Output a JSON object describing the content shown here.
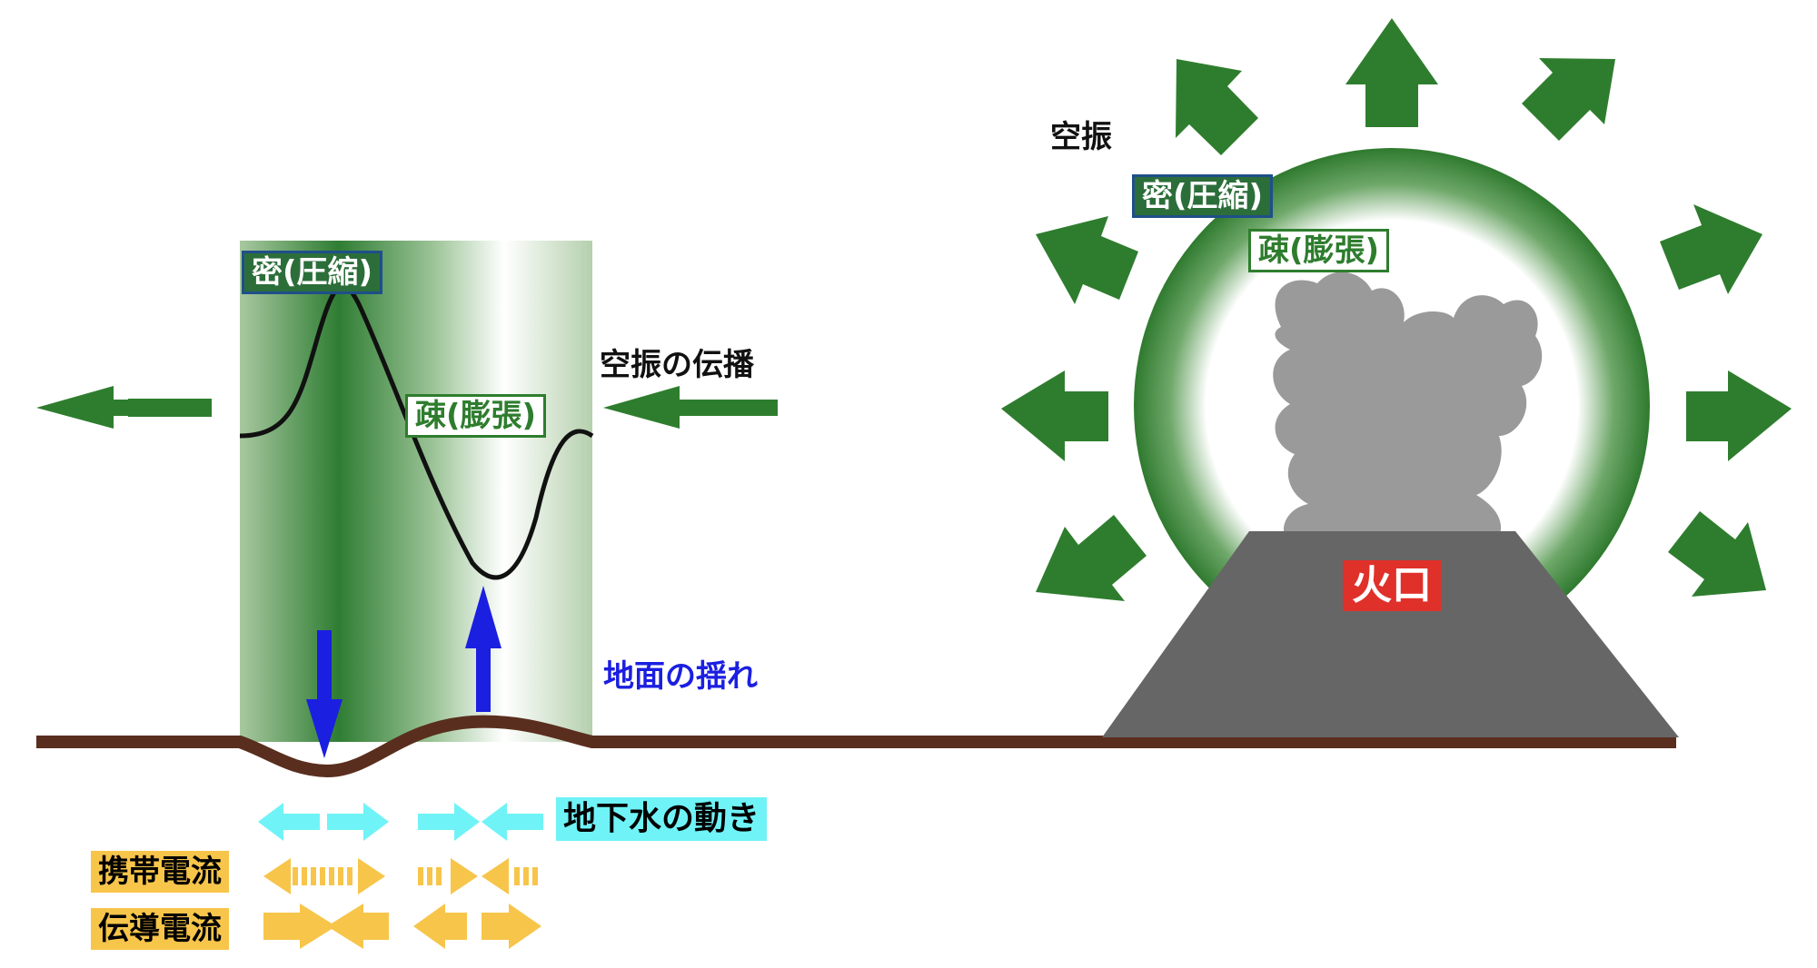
{
  "labels": {
    "dense_left": "密(圧縮)",
    "sparse_left": "疎(膨張)",
    "air_vibration_propagation": "空振の伝播",
    "ground_shaking": "地面の揺れ",
    "groundwater_movement": "地下水の動き",
    "streaming_current": "携帯電流",
    "conduction_current": "伝導電流",
    "air_vibration": "空振",
    "dense_right": "密(圧縮)",
    "sparse_right": "疎(膨張)",
    "crater": "火口"
  },
  "colors": {
    "green": "#2e7d2e",
    "dark_green": "#2c6e3a",
    "ground": "#5a2e1e",
    "blue": "#1b1fe0",
    "cyan": "#6ff3f7",
    "yellow": "#f7c54a",
    "red": "#e0302a",
    "volcano": "#666666",
    "plume": "#9a9a9a"
  }
}
